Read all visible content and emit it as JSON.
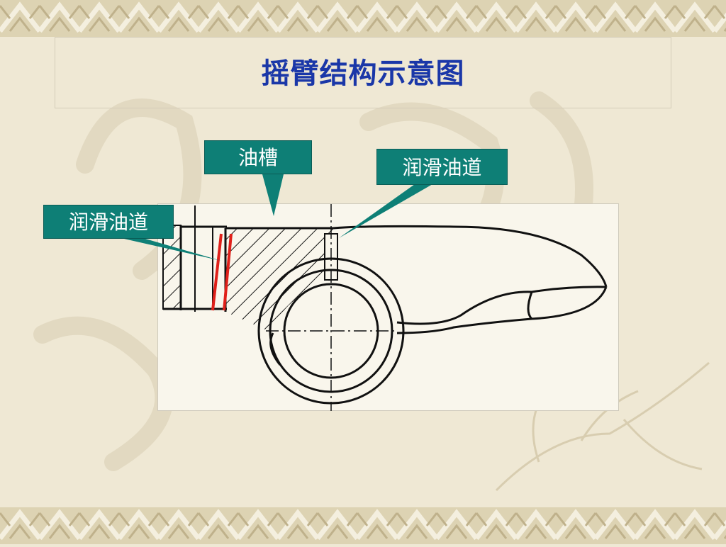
{
  "slide": {
    "title": "摇臂结构示意图",
    "title_color": "#1a37a8",
    "accent_color": "#0e7f76",
    "highlight_color": "#e0201a"
  },
  "callouts": {
    "oil_groove": "油槽",
    "lube_passage_right": "润滑油道",
    "lube_passage_left": "润滑油道"
  }
}
